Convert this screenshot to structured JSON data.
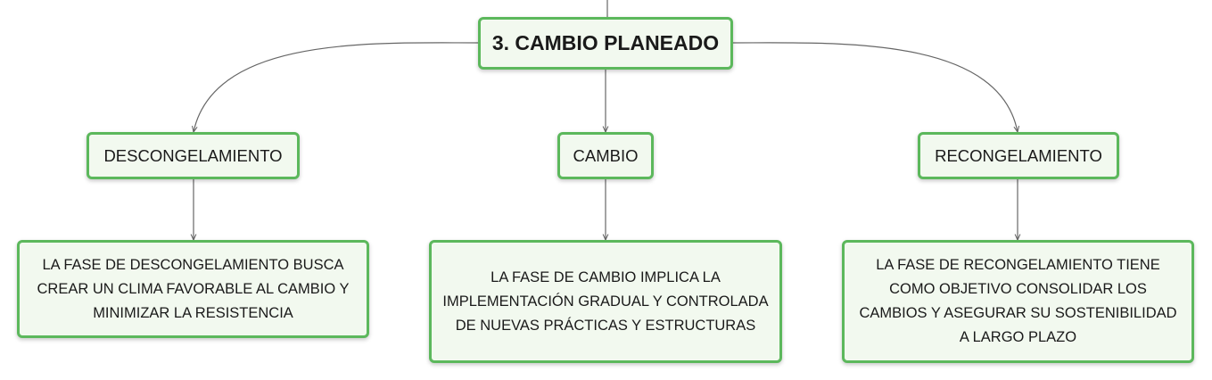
{
  "root": {
    "label": "3. CAMBIO PLANEADO"
  },
  "phases": [
    {
      "label": "DESCONGELAMIENTO",
      "description": "LA FASE DE DESCONGELAMIENTO BUSCA CREAR UN CLIMA FAVORABLE AL CAMBIO Y MINIMIZAR LA RESISTENCIA"
    },
    {
      "label": "CAMBIO",
      "description": "LA FASE DE CAMBIO IMPLICA LA IMPLEMENTACIÓN GRADUAL Y CONTROLADA DE NUEVAS PRÁCTICAS Y ESTRUCTURAS"
    },
    {
      "label": "RECONGELAMIENTO",
      "description": "LA FASE DE RECONGELAMIENTO TIENE COMO OBJETIVO CONSOLIDAR LOS CAMBIOS Y ASEGURAR SU SOSTENIBILIDAD A LARGO PLAZO"
    }
  ],
  "colors": {
    "node_border": "#5cb85c",
    "node_fill": "#f2f9ef",
    "edge": "#666666"
  }
}
